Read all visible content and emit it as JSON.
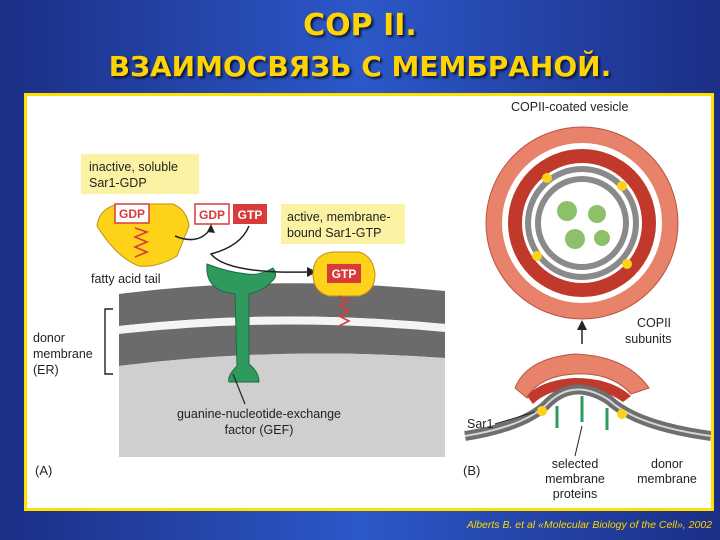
{
  "title": {
    "line1": "COP II.",
    "line2": "ВЗАИМОСВЯЗЬ С МЕМБРАНОЙ."
  },
  "panel_a": {
    "panel_label": "(A)",
    "inactive_label_line1": "inactive, soluble",
    "inactive_label_line2": "Sar1-GDP",
    "gdp_text": "GDP",
    "gdp_released_text": "GDP",
    "gtp_free_text": "GTP",
    "gtp_bound_text": "GTP",
    "active_label_line1": "active, membrane-",
    "active_label_line2": "bound Sar1-GTP",
    "fatty_acid_label": "fatty acid tail",
    "donor_label_line1": "donor",
    "donor_label_line2": "membrane",
    "donor_label_line3": "(ER)",
    "gef_label_line1": "guanine-nucleotide-exchange",
    "gef_label_line2": "factor (GEF)"
  },
  "panel_b": {
    "panel_label": "(B)",
    "vesicle_label": "COPII-coated vesicle",
    "subunits_label_line1": "COPII",
    "subunits_label_line2": "subunits",
    "sar1_label": "Sar1",
    "selected_line1": "selected",
    "selected_line2": "membrane",
    "selected_line3": "proteins",
    "donor_line1": "donor",
    "donor_line2": "membrane"
  },
  "citation": "Alberts B. et al «Molecular Biology of the Cell», 2002",
  "colors": {
    "background": "#2c58c8",
    "title": "#ffd400",
    "frame": "#ffe100",
    "label_box": "#fbf3a3",
    "gdp_gtp": "#d93a3a",
    "sar1": "#ffd21a",
    "gef": "#2e9a5e",
    "coat": "#e9826a",
    "membrane": "#6f6f6f"
  }
}
